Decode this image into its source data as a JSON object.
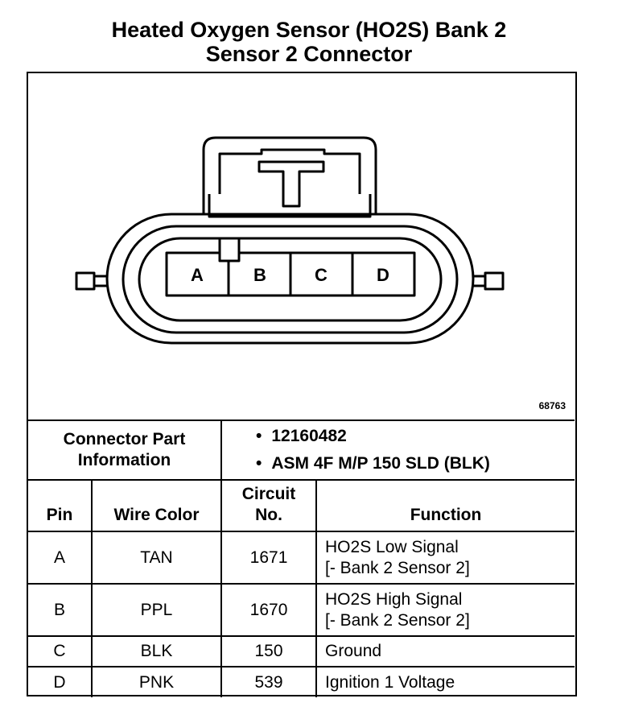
{
  "title_line1": "Heated Oxygen Sensor (HO2S) Bank 2",
  "title_line2": "Sensor 2 Connector",
  "figure_id": "68763",
  "connector": {
    "pins": [
      "A",
      "B",
      "C",
      "D"
    ]
  },
  "part_info": {
    "label": "Connector Part Information",
    "items": [
      "12160482",
      "ASM 4F M/P 150 SLD (BLK)"
    ]
  },
  "table": {
    "headers": {
      "pin": "Pin",
      "wire_color": "Wire Color",
      "circuit_line1": "Circuit",
      "circuit_line2": "No.",
      "function": "Function"
    },
    "rows": [
      {
        "pin": "A",
        "color": "TAN",
        "circuit": "1671",
        "function_line1": "HO2S Low Signal",
        "function_line2": "[- Bank 2 Sensor 2]"
      },
      {
        "pin": "B",
        "color": "PPL",
        "circuit": "1670",
        "function_line1": "HO2S High Signal",
        "function_line2": "[- Bank 2 Sensor 2]"
      },
      {
        "pin": "C",
        "color": "BLK",
        "circuit": "150",
        "function_line1": "Ground",
        "function_line2": ""
      },
      {
        "pin": "D",
        "color": "PNK",
        "circuit": "539",
        "function_line1": "Ignition 1 Voltage",
        "function_line2": ""
      }
    ]
  }
}
